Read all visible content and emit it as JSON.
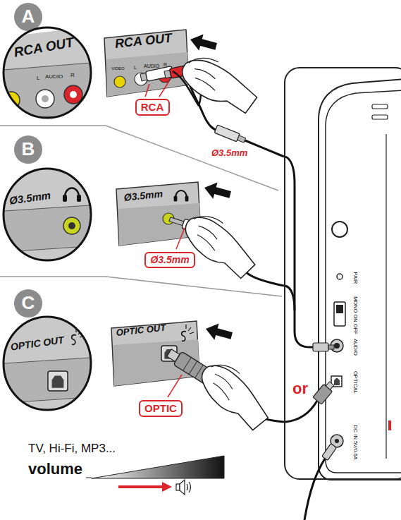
{
  "diagram": {
    "nodes": [
      {
        "text": [
          "A"
        ]
      },
      {
        "text": [
          "RCA OUT",
          "L",
          "AUDIO",
          "R"
        ]
      },
      {
        "text": [
          "RCA OUT",
          "VIDEO",
          "L",
          "AUDIO",
          "R"
        ]
      },
      {
        "text": [
          "RCA"
        ]
      },
      {
        "text": [
          "B"
        ]
      },
      {
        "text": [
          "Ø3.5mm"
        ]
      },
      {
        "text": [
          "Ø3.5mm"
        ]
      },
      {
        "text": [
          "Ø3.5mm"
        ]
      },
      {
        "text": [
          "C"
        ]
      },
      {
        "text": [
          "OPTIC OUT"
        ]
      },
      {
        "text": [
          "OPTIC OUT"
        ]
      },
      {
        "text": [
          "OPTIC"
        ]
      },
      {
        "text": [
          "PAIR",
          "MONO ON OFF",
          "AUDIO",
          "OPTICAL",
          "DC IN 5V/0.6A"
        ]
      }
    ],
    "edges": [
      {
        "from": 2,
        "to": 12,
        "arrow": "none"
      },
      {
        "from": 6,
        "to": 12,
        "arrow": "none"
      },
      {
        "from": 10,
        "to": 12,
        "arrow": "none"
      }
    ],
    "labels": [
      "Ø3.5mm",
      "or",
      "TV, Hi-Fi, MP3...",
      "volume"
    ]
  }
}
